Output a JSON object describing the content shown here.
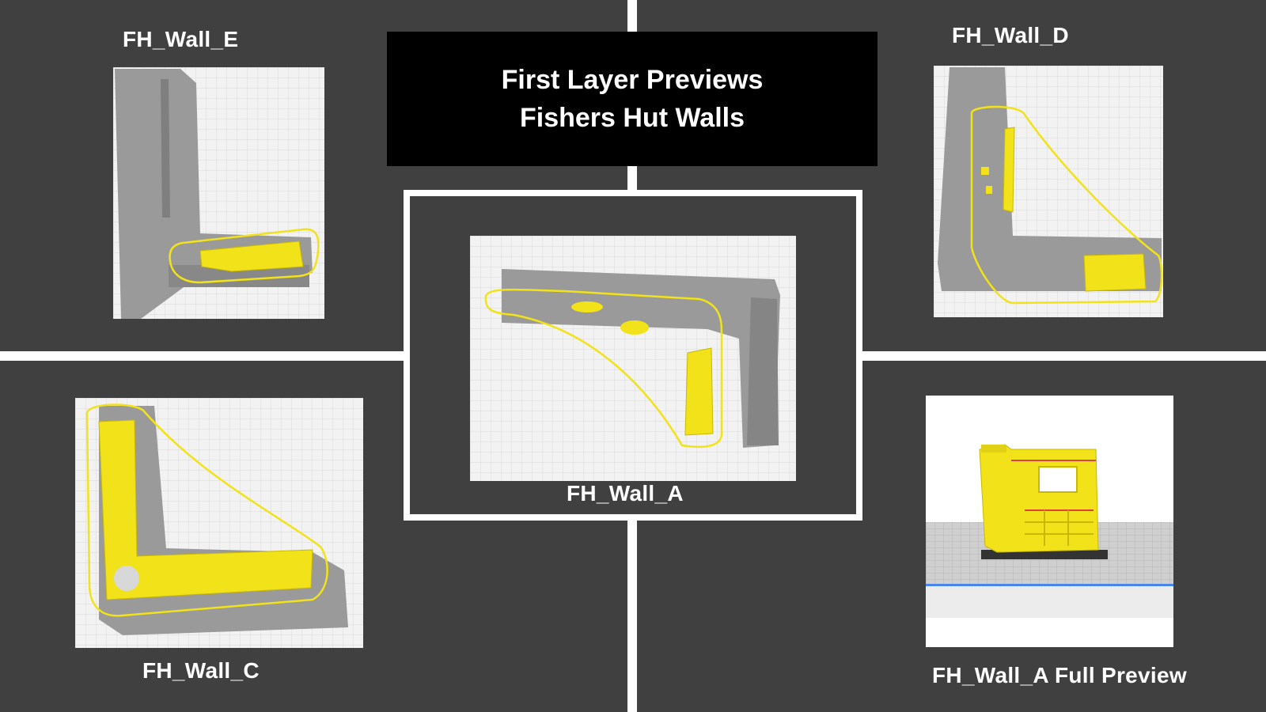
{
  "title": {
    "line1": "First Layer Previews",
    "line2": "Fishers Hut Walls"
  },
  "labels": {
    "wall_e": "FH_Wall_E",
    "wall_d": "FH_Wall_D",
    "wall_a": "FH_Wall_A",
    "wall_c": "FH_Wall_C",
    "wall_a_full": "FH_Wall_A Full Preview"
  },
  "colors": {
    "background": "#404040",
    "divider": "#ffffff",
    "title_bg": "#000000",
    "print_yellow": "#f2e21a",
    "model_gray": "#9a9a9a",
    "bed": "#f2f2f2"
  }
}
